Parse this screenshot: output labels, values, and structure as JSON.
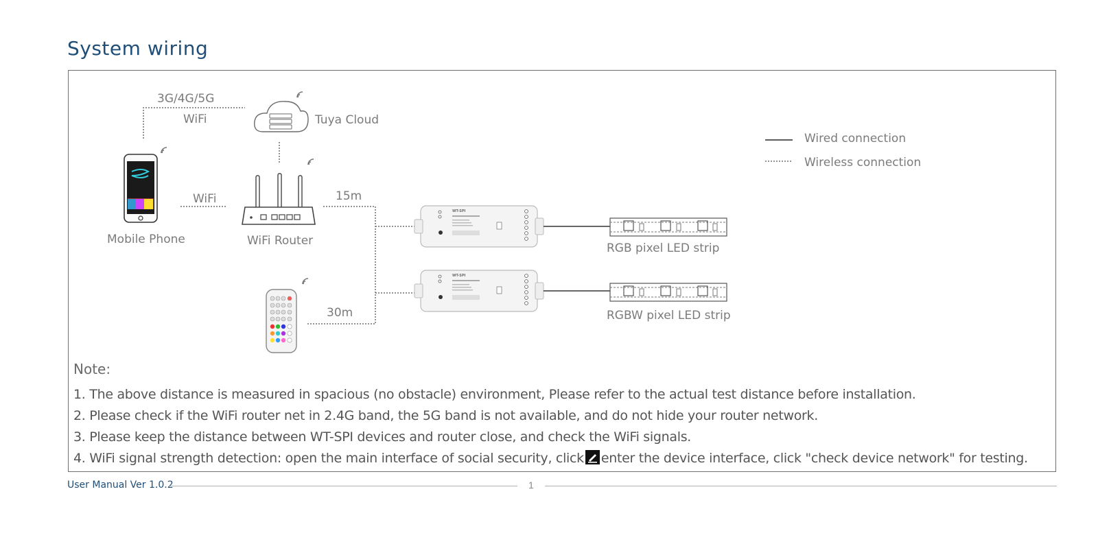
{
  "title": "System wiring",
  "diagram": {
    "link_mobile_cloud": "3G/4G/5G",
    "link_mobile_cloud_sub": "WiFi",
    "cloud": "Tuya Cloud",
    "phone": "Mobile Phone",
    "router": "WiFi Router",
    "link_phone_router": "WiFi",
    "distance_router": "15m",
    "distance_remote": "30m",
    "controller_model": "WT-SPI",
    "strip_rgb": "RGB pixel LED strip",
    "strip_rgbw": "RGBW pixel LED strip",
    "legend_wired": "Wired connection",
    "legend_wireless": "Wireless connection"
  },
  "notes": {
    "heading": "Note:",
    "line1": "1. The above distance is measured in spacious (no obstacle) environment, Please refer to the actual test distance before installation.",
    "line2": "2. Please check if the WiFi router net in 2.4G band, the 5G band is not available, and do not hide your router network.",
    "line3": "3. Please keep the distance between WT-SPI devices and router close, and check the WiFi signals.",
    "line4a": "4. WiFi signal strength detection: open the main interface of social security, click",
    "line4b": "enter the device interface, click \"check device network\" for testing."
  },
  "footer": {
    "manual": "User Manual Ver 1.0.2",
    "page": "1"
  },
  "colors": {
    "title": "#1f4e79",
    "frame": "#6f6f6f",
    "line": "#6f6f6f"
  }
}
